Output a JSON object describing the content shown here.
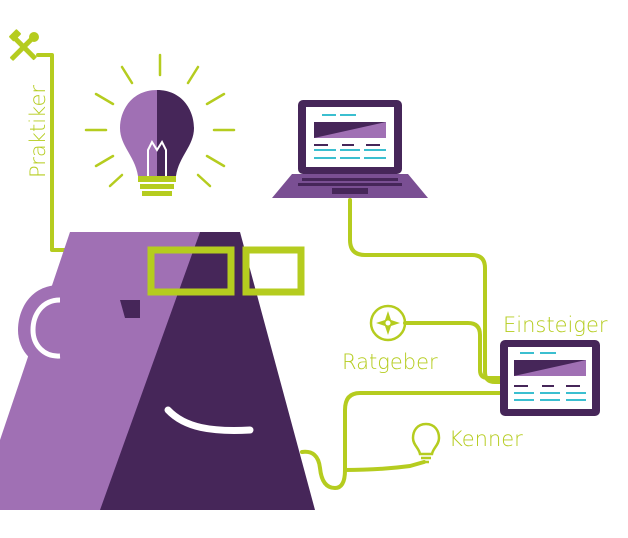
{
  "labels": {
    "praktiker": "Praktiker",
    "einsteiger": "Einsteiger",
    "ratgeber": "Ratgeber",
    "kenner": "Kenner"
  },
  "icons": {
    "tools": "wrench-hammer-icon",
    "idea": "lightbulb-icon",
    "device": "laptop-icon",
    "compass": "compass-icon",
    "tablet": "tablet-icon",
    "small_bulb": "lightbulb-icon"
  },
  "colors": {
    "lime": "#b5cc1f",
    "purple_light": "#a070b4",
    "purple_dark": "#462659",
    "purple_mid": "#7a4f93",
    "cyan": "#3bbfd0"
  }
}
